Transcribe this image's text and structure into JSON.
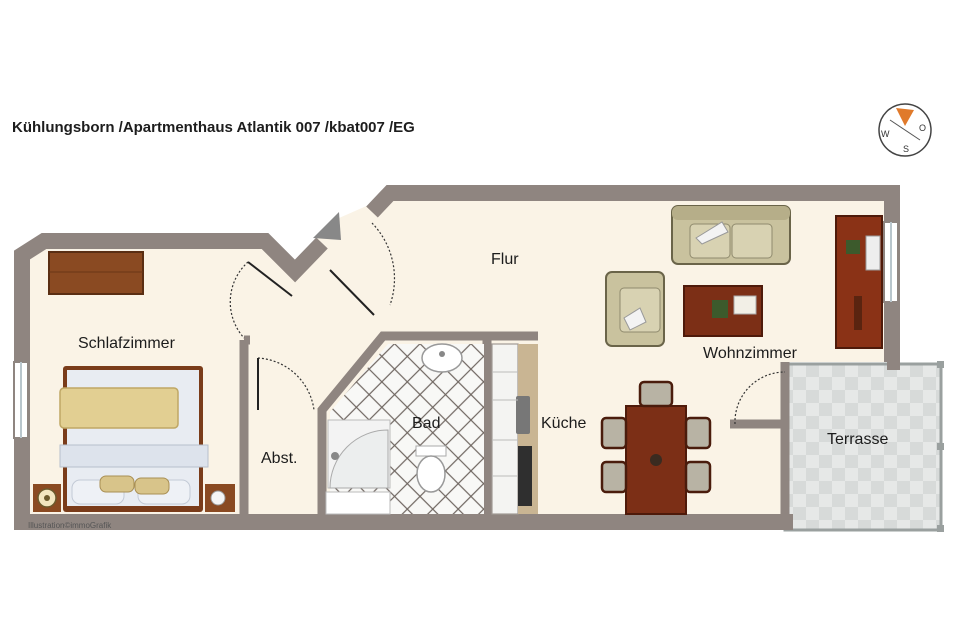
{
  "title": "Kühlungsborn /Apartmenthaus Atlantik 007 /kbat007 /EG",
  "rooms": {
    "flur": "Flur",
    "schlafzimmer": "Schlafzimmer",
    "wohnzimmer": "Wohnzimmer",
    "bad": "Bad",
    "kueche": "Küche",
    "abst": "Abst.",
    "terrasse": "Terrasse"
  },
  "credit": "Illustration©immoGrafik",
  "compass": {
    "w": "W",
    "s": "S",
    "o": "O"
  },
  "colors": {
    "wall": "#8f8580",
    "floor": "#faf2e6",
    "wood": "#8a4a22",
    "sofa": "#c9c29e",
    "terrace_tile": "#e3e5e4"
  }
}
